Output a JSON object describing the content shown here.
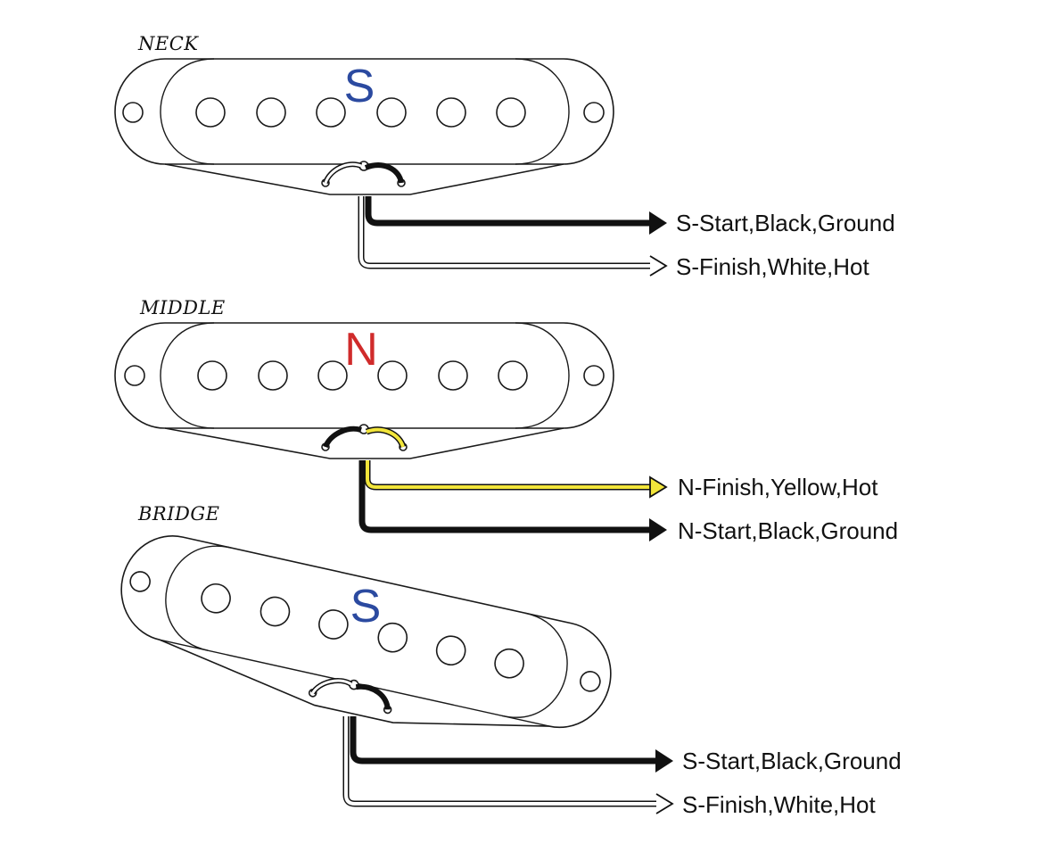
{
  "colors": {
    "south": "#2b4aa0",
    "north": "#d02b2b",
    "black_wire": "#111111",
    "white_wire": "#ffffff",
    "yellow_wire": "#f2e53a"
  },
  "pickups": [
    {
      "name": "NECK",
      "pole": "S",
      "wires": [
        {
          "label": "S-Start,Black,Ground",
          "color": "black"
        },
        {
          "label": "S-Finish,White,Hot",
          "color": "white"
        }
      ]
    },
    {
      "name": "MIDDLE",
      "pole": "N",
      "wires": [
        {
          "label": "N-Finish,Yellow,Hot",
          "color": "yellow"
        },
        {
          "label": "N-Start,Black,Ground",
          "color": "black"
        }
      ]
    },
    {
      "name": "BRIDGE",
      "pole": "S",
      "wires": [
        {
          "label": "S-Start,Black,Ground",
          "color": "black"
        },
        {
          "label": "S-Finish,White,Hot",
          "color": "white"
        }
      ]
    }
  ]
}
